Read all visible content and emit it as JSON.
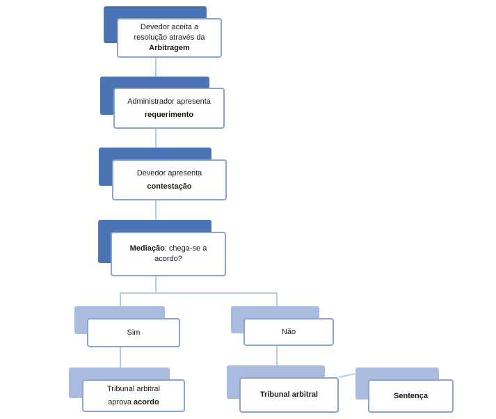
{
  "colors": {
    "shadow_dark": "#4a74b3",
    "shadow_light": "#a9bcdf",
    "border": "#8ba4cf",
    "connector": "#b8cbe4"
  },
  "nodes": {
    "n1": {
      "line1": "Devedor aceita a",
      "line2": "resolução através da",
      "bold": "Arbitragem"
    },
    "n2": {
      "line1": "Administrador apresenta",
      "bold": "requerimento"
    },
    "n3": {
      "line1": "Devedor apresenta",
      "bold": "contestação"
    },
    "n4": {
      "bold": "Mediação",
      "rest": ": chega-se a",
      "line2": "acordo?"
    },
    "n5": {
      "label": "Sim"
    },
    "n6": {
      "label": "Não"
    },
    "n7": {
      "line1": "Tribunal arbitral",
      "line2_plain": "aprova ",
      "line2_bold": "acordo"
    },
    "n8": {
      "bold": "Tribunal arbitral"
    },
    "n9": {
      "bold": "Sentença"
    }
  }
}
